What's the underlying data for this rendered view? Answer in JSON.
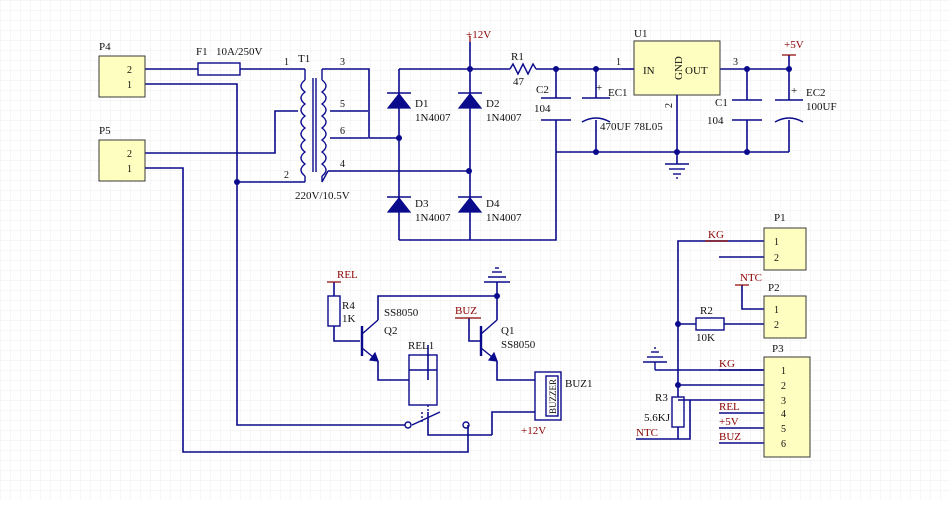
{
  "colors": {
    "background": "#ffffff",
    "grid": "#ececec",
    "wire": "#0a0a8c",
    "net_label": "#8b0000",
    "component_body": "#fefec0"
  },
  "components": {
    "P4": {
      "ref": "P4",
      "pins": [
        "2",
        "1"
      ]
    },
    "P5": {
      "ref": "P5",
      "pins": [
        "2",
        "1"
      ]
    },
    "F1": {
      "ref": "F1",
      "value": "10A/250V"
    },
    "T1": {
      "ref": "T1",
      "value": "220V/10.5V",
      "pins": [
        "1",
        "2",
        "3",
        "4",
        "5",
        "6"
      ]
    },
    "D1": {
      "ref": "D1",
      "value": "1N4007"
    },
    "D2": {
      "ref": "D2",
      "value": "1N4007"
    },
    "D3": {
      "ref": "D3",
      "value": "1N4007"
    },
    "D4": {
      "ref": "D4",
      "value": "1N4007"
    },
    "R1": {
      "ref": "R1",
      "value": "47"
    },
    "C2": {
      "ref": "C2",
      "value": "104"
    },
    "EC1": {
      "ref": "EC1",
      "value": "470UF",
      "polarity": "+"
    },
    "U1": {
      "ref": "U1",
      "value": "78L05",
      "in": "IN",
      "gnd": "GND",
      "out": "OUT",
      "pins": [
        "1",
        "2",
        "3"
      ]
    },
    "C1": {
      "ref": "C1",
      "value": "104"
    },
    "EC2": {
      "ref": "EC2",
      "value": "100UF",
      "polarity": "+"
    },
    "R4": {
      "ref": "R4",
      "value": "1K"
    },
    "Q2": {
      "ref": "Q2",
      "value": "SS8050"
    },
    "Q1": {
      "ref": "Q1",
      "value": "SS8050"
    },
    "REL1": {
      "ref": "REL1"
    },
    "BUZ1": {
      "ref": "BUZ1",
      "body": "BUZZER"
    },
    "R2": {
      "ref": "R2",
      "value": "10K"
    },
    "R3": {
      "ref": "R3",
      "value": "5.6KJ"
    },
    "P1": {
      "ref": "P1",
      "pins": [
        "1",
        "2"
      ]
    },
    "P2": {
      "ref": "P2",
      "pins": [
        "1",
        "2"
      ]
    },
    "P3": {
      "ref": "P3",
      "pins": [
        "1",
        "2",
        "3",
        "4",
        "5",
        "6"
      ]
    }
  },
  "nets": {
    "v12_top": "+12V",
    "v12_buzzer": "+12V",
    "v5_top": "+5V",
    "rel": "REL",
    "buz": "BUZ",
    "kg_p1": "KG",
    "ntc_p2": "NTC",
    "kg_p3": "KG",
    "rel_p3": "REL",
    "v5_p3": "+5V",
    "buz_p3": "BUZ",
    "ntc_r3": "NTC"
  }
}
